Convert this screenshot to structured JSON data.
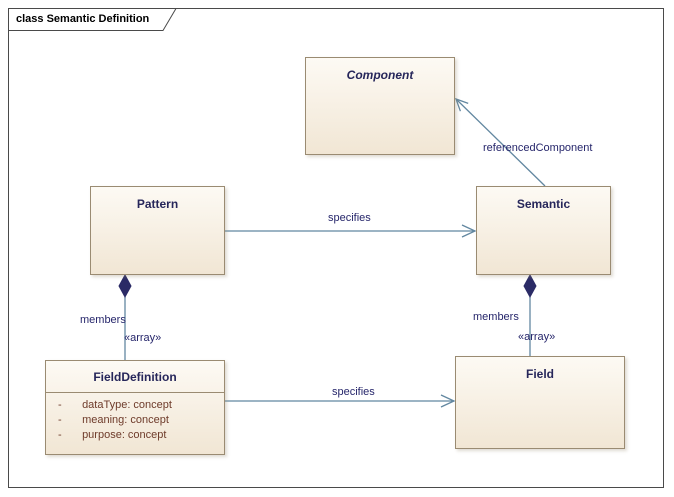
{
  "diagram": {
    "frame_label": "class Semantic Definition"
  },
  "classes": {
    "component": {
      "name": "Component",
      "abstract": true
    },
    "pattern": {
      "name": "Pattern"
    },
    "semantic": {
      "name": "Semantic"
    },
    "field_definition": {
      "name": "FieldDefinition",
      "attributes": [
        {
          "visibility": "-",
          "text": "dataType: concept"
        },
        {
          "visibility": "-",
          "text": "meaning: concept"
        },
        {
          "visibility": "-",
          "text": "purpose: concept"
        }
      ]
    },
    "field": {
      "name": "Field"
    }
  },
  "connectors": {
    "pattern_specifies_semantic": {
      "label": "specifies"
    },
    "fielddef_specifies_field": {
      "label": "specifies"
    },
    "semantic_referenced_component": {
      "label": "referencedComponent"
    },
    "pattern_members": {
      "label": "members",
      "stereotype": "«array»"
    },
    "semantic_members": {
      "label": "members",
      "stereotype": "«array»"
    }
  },
  "colors": {
    "box-fill-top": "#fdfaf4",
    "box-fill-bottom": "#f1e6d4",
    "box-border": "#9a8b72",
    "name-text": "#26265a",
    "attr-text": "#6e3b2a",
    "connector": "#6287a0",
    "diamond": "#2b2b66",
    "label-text": "#26266b",
    "frame-border": "#4a4a4a"
  }
}
